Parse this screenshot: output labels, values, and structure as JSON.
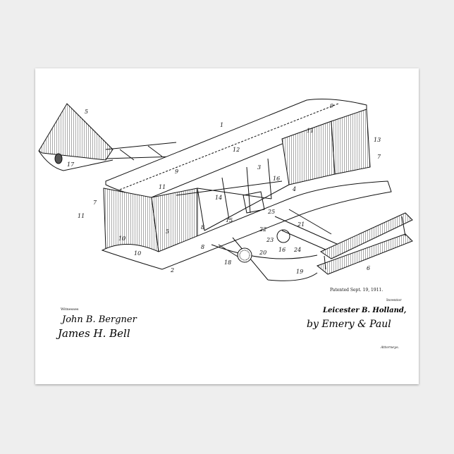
{
  "patent": {
    "date": "Patented Sept. 19, 1911.",
    "inventor_label": "Inventor",
    "inventor_name": "Leicester B. Holland,",
    "attorney_signature": "by Emery & Paul",
    "attorneys_label": "Attorneys.",
    "witnesses_label": "Witnesses",
    "witness_1": "John B. Bergner",
    "witness_2": "James H. Bell"
  },
  "reference_numerals": [
    "1",
    "5",
    "17",
    "12",
    "9",
    "11",
    "13",
    "7",
    "9",
    "11",
    "7",
    "11",
    "3",
    "16",
    "4",
    "10",
    "8",
    "15",
    "14",
    "22",
    "23",
    "21",
    "20",
    "16",
    "24",
    "18",
    "19",
    "6",
    "10",
    "5",
    "2",
    "25",
    "8"
  ]
}
